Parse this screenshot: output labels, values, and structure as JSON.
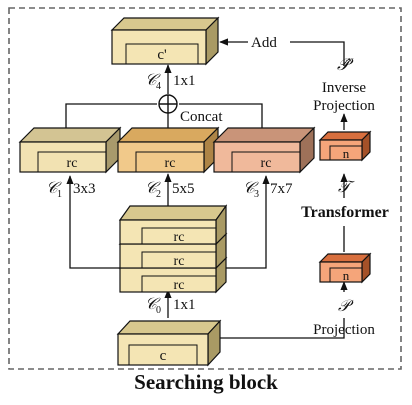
{
  "caption": "Searching block",
  "blocks": {
    "input": "c",
    "stack_1": "rc",
    "stack_2": "rc",
    "stack_3": "rc",
    "branch_1": "rc",
    "branch_2": "rc",
    "branch_3": "rc",
    "output": "c'",
    "proj_token": "n",
    "inv_proj_token": "n"
  },
  "labels": {
    "c0": "𝒞",
    "c0_sub": "0",
    "c0_kernel": "1x1",
    "c1": "𝒞",
    "c1_sub": "1",
    "c1_kernel": "3x3",
    "c2": "𝒞",
    "c2_sub": "2",
    "c2_kernel": "5x5",
    "c3": "𝒞",
    "c3_sub": "3",
    "c3_kernel": "7x7",
    "c4": "𝒞",
    "c4_sub": "4",
    "c4_kernel": "1x1",
    "concat": "Concat",
    "add": "Add",
    "concat_symbol": "⊕",
    "p": "𝒫",
    "projection": "Projection",
    "t": "𝒯",
    "transformer": "Transformer",
    "p_hat": "𝒫̂",
    "inverse": "Inverse",
    "inverse_projection": "Projection"
  },
  "colors": {
    "input_front": "#f4e5b4",
    "input_top": "#d8c88e",
    "branch1_front": "#f2e2b2",
    "branch1_top": "#d3c493",
    "branch2_front": "#f1c98a",
    "branch2_top": "#d9a95f",
    "branch3_front": "#f0b99b",
    "branch3_top": "#c99479",
    "token_front": "#f5a57a",
    "token_top": "#d86f3e",
    "border_dash": "#6b6b6b"
  }
}
